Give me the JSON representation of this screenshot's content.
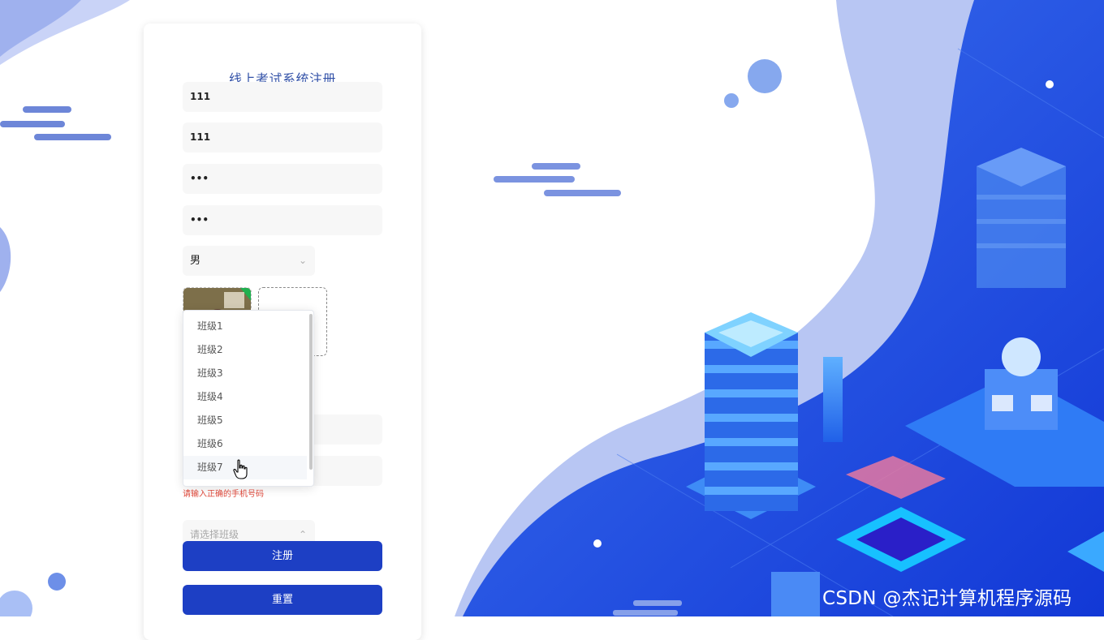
{
  "form": {
    "title": "线上考试系统注册",
    "username": "111",
    "name": "111",
    "password": "•••",
    "confirm_password": "•••",
    "gender": "男",
    "phone_error": "请输入正确的手机号码",
    "class_placeholder": "请选择班级",
    "register_label": "注册",
    "reset_label": "重置"
  },
  "class_dropdown": {
    "items": [
      "班级1",
      "班级2",
      "班级3",
      "班级4",
      "班级5",
      "班级6",
      "班级7"
    ],
    "hovered": "班级7"
  },
  "watermark": "CSDN @杰记计算机程序源码",
  "colors": {
    "brand_blue": "#1d3fc4",
    "title_blue": "#3352a8",
    "error_red": "#e0483a"
  },
  "icons": [
    "chevron-down-icon",
    "chevron-up-icon",
    "hand-pointer-cursor"
  ]
}
